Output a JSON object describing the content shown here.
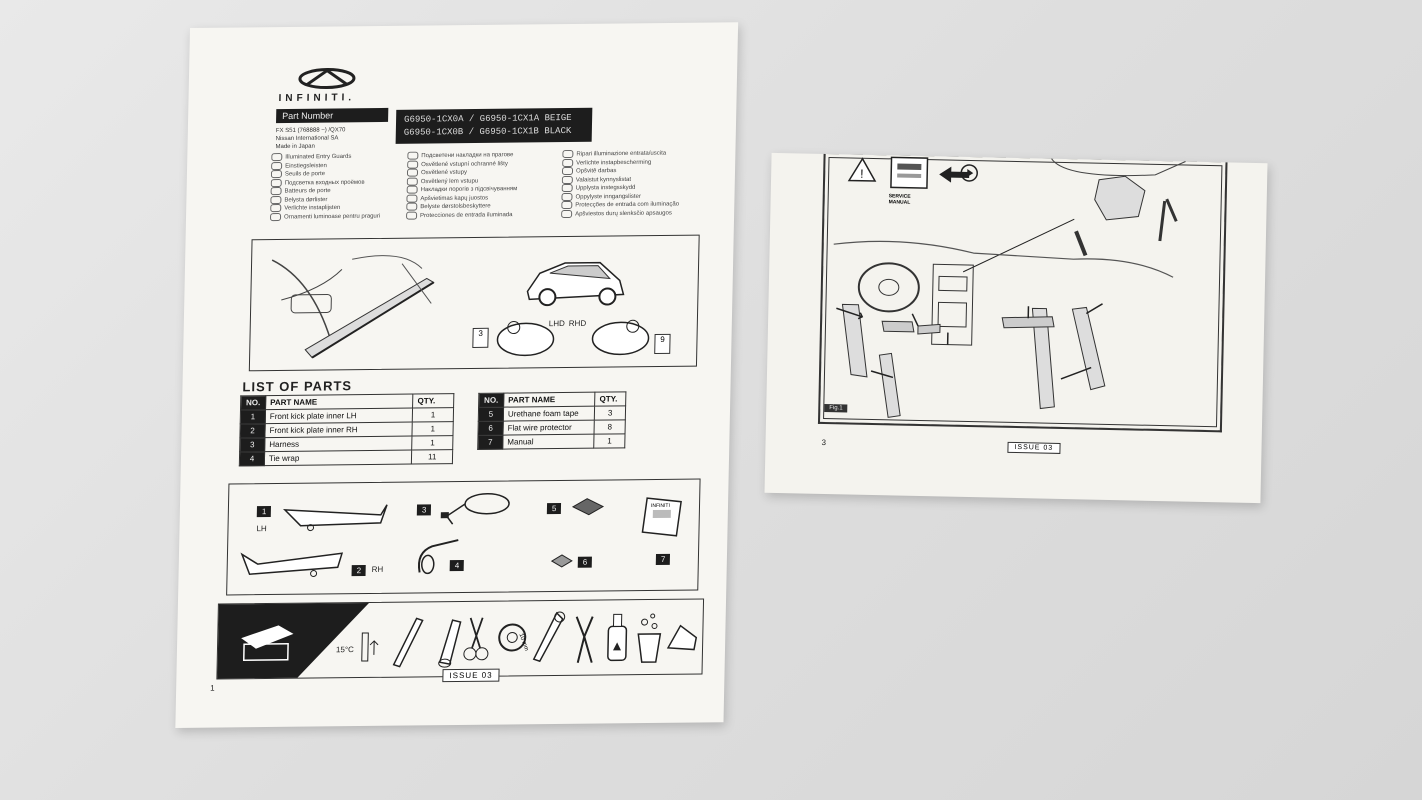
{
  "sheet1": {
    "brand": "INFINITI.",
    "part_number_label": "Part Number",
    "part_numbers": [
      "G6950-1CX0A / G6950-1CX1A  BEIGE",
      "G6950-1CX0B / G6950-1CX1B  BLACK"
    ],
    "vehicle_lines": [
      "FX S51 (768888 ~) /QX70",
      "Nissan International SA",
      "Made in Japan"
    ],
    "languages_col1": [
      "Illuminated Entry Guards",
      "Einstiegsleisten",
      "Seuils de porte",
      "Подсветка входных проёмов",
      "Batteurs de porte",
      "Belysta dørlister",
      "Verlichte instaplijsten",
      "Ornamenti luminoase pentru praguri"
    ],
    "languages_col2": [
      "Подсветени накладки на прагове",
      "Osvětlené vstupní ochranné lišty",
      "Osvětlené vstupy",
      "Osvětlený lem vstupu",
      "Накладки порогів з підсвічуванням",
      "Apšvietimas kapų juostos",
      "Belyste dørstolsbeskyttere",
      "Protecciones de entrada iluminada"
    ],
    "languages_col3": [
      "Ripari illuminazione entrata/uscita",
      "Verlichte instapbescherming",
      "Opšvitě darbas",
      "Valaistut kynnyslistat",
      "Upplysta instegsskydd",
      "Oppylyste inngangslister",
      "Protecções de entrada com iluminação",
      "Apšviestos durų slenksčio apsaugos"
    ],
    "diagram_labels": {
      "lhd": "LHD",
      "rhd": "RHD",
      "page_ref_left": "3",
      "page_ref_right": "9"
    },
    "list_title": "LIST OF PARTS",
    "table_headers": {
      "no": "NO.",
      "part": "PART NAME",
      "qty": "QTY."
    },
    "parts_left": [
      {
        "no": "1",
        "name": "Front kick plate inner LH",
        "qty": "1"
      },
      {
        "no": "2",
        "name": "Front kick plate inner RH",
        "qty": "1"
      },
      {
        "no": "3",
        "name": "Harness",
        "qty": "1"
      },
      {
        "no": "4",
        "name": "Tie wrap",
        "qty": "11"
      }
    ],
    "parts_right": [
      {
        "no": "5",
        "name": "Urethane foam tape",
        "qty": "3"
      },
      {
        "no": "6",
        "name": "Flat wire protector",
        "qty": "8"
      },
      {
        "no": "7",
        "name": "Manual",
        "qty": "1"
      }
    ],
    "parts_illustration_labels": {
      "n1": "1",
      "lh": "LH",
      "n2": "2",
      "rh": "RH",
      "n3": "3",
      "n4": "4",
      "n5": "5",
      "n6": "6",
      "n7": "7",
      "manual_logo": "INFINITI"
    },
    "tools_temp": "15°C",
    "tools_size": "10 mm",
    "issue": "ISSUE  03",
    "page_number": "1"
  },
  "sheet2": {
    "service_manual": "SERVICE\nMANUAL",
    "fig_label": "Fig.1",
    "issue": "ISSUE  03",
    "page_number": "3"
  }
}
